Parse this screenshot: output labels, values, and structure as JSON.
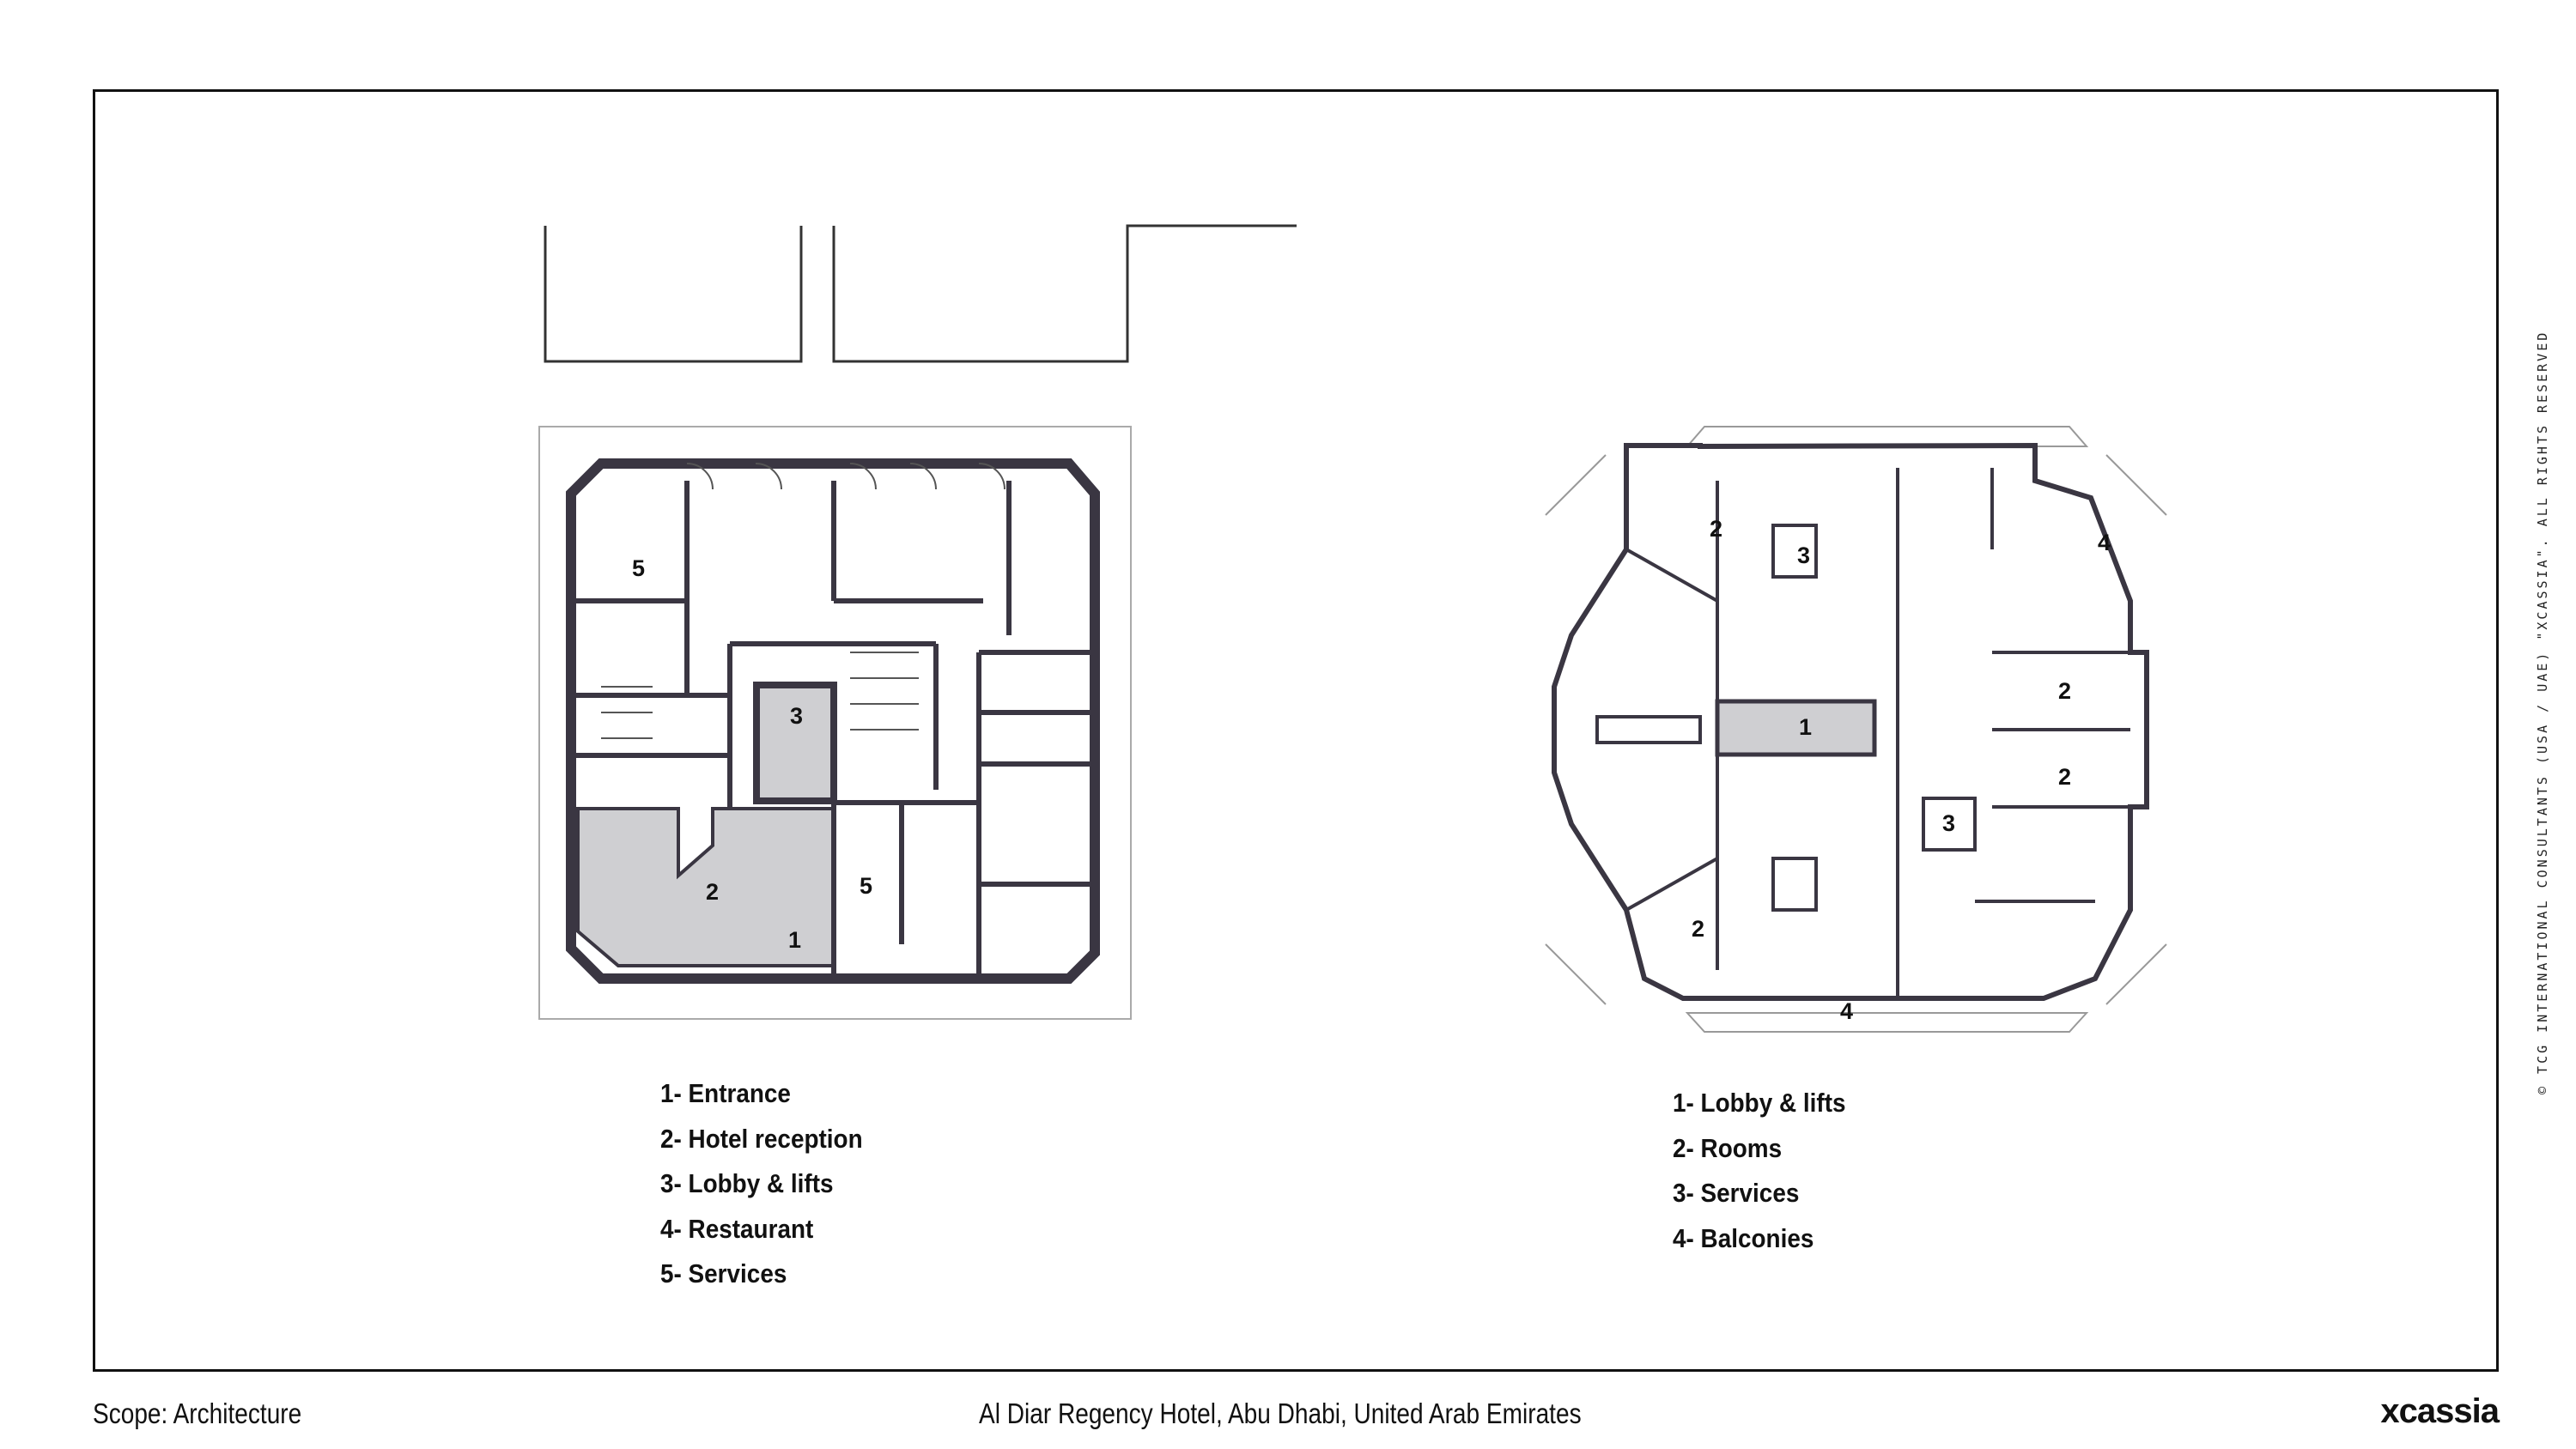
{
  "footer": {
    "scope": "Scope: Architecture",
    "project_title": "Al Diar Regency Hotel, Abu Dhabi, United Arab Emirates",
    "logo": "xcassia"
  },
  "copyright": "© TCG INTERNATIONAL CONSULTANTS (USA / UAE) \"XCASSIA\". ALL RIGHTS RESERVED",
  "ground_floor": {
    "room_labels": [
      "5",
      "3",
      "2",
      "1",
      "5"
    ],
    "legend": [
      "1- Entrance",
      "2- Hotel reception",
      "3- Lobby & lifts",
      "4- Restaurant",
      "5- Services"
    ]
  },
  "typical_floor": {
    "room_labels": [
      "2",
      "3",
      "4",
      "2",
      "1",
      "2",
      "3",
      "2",
      "4"
    ],
    "legend": [
      "1- Lobby & lifts",
      "2- Rooms",
      "3- Services",
      "4- Balconies"
    ]
  },
  "colors": {
    "shade": "#cfcfd2",
    "wall": "#3a3642"
  }
}
